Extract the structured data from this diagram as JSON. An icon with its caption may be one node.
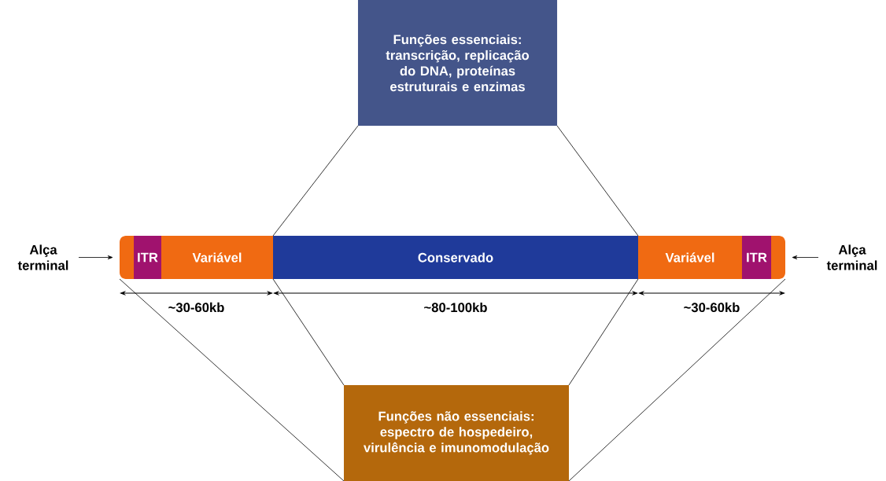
{
  "diagram": {
    "nodes": [
      {
        "text": [
          "Funções essenciais: transcrição, replicação do DNA, proteínas estruturais e enzimas"
        ]
      },
      {
        "text": [
          "Alça terminal"
        ]
      },
      {
        "text": [],
        "shape": "bar"
      },
      {
        "text": [
          "ITR"
        ],
        "in": 2
      },
      {
        "text": [
          "Variável"
        ],
        "in": 2
      },
      {
        "text": [
          "Conservado"
        ],
        "in": 2
      },
      {
        "text": [
          "Variável"
        ],
        "in": 2
      },
      {
        "text": [
          "ITR"
        ],
        "in": 2
      },
      {
        "text": [
          "Alça terminal"
        ]
      },
      {
        "text": [
          "Funções não essenciais: espectro de hospedeiro, virulência e imunomodulação"
        ]
      }
    ],
    "edges": [
      {
        "from": 1,
        "to": 2,
        "arrow": "to"
      },
      {
        "from": 8,
        "to": 2,
        "arrow": "to"
      },
      {
        "from": 0,
        "to": 5,
        "arrow": "none"
      },
      {
        "from": 0,
        "to": 5,
        "arrow": "none"
      },
      {
        "from": 2,
        "to": 9,
        "arrow": "none"
      },
      {
        "from": 5,
        "to": 9,
        "arrow": "none"
      },
      {
        "from": 5,
        "to": 9,
        "arrow": "none"
      },
      {
        "from": 2,
        "to": 9,
        "arrow": "none"
      }
    ],
    "labels": [
      "~30-60kb",
      "~80-100kb",
      "~30-60kb"
    ]
  }
}
